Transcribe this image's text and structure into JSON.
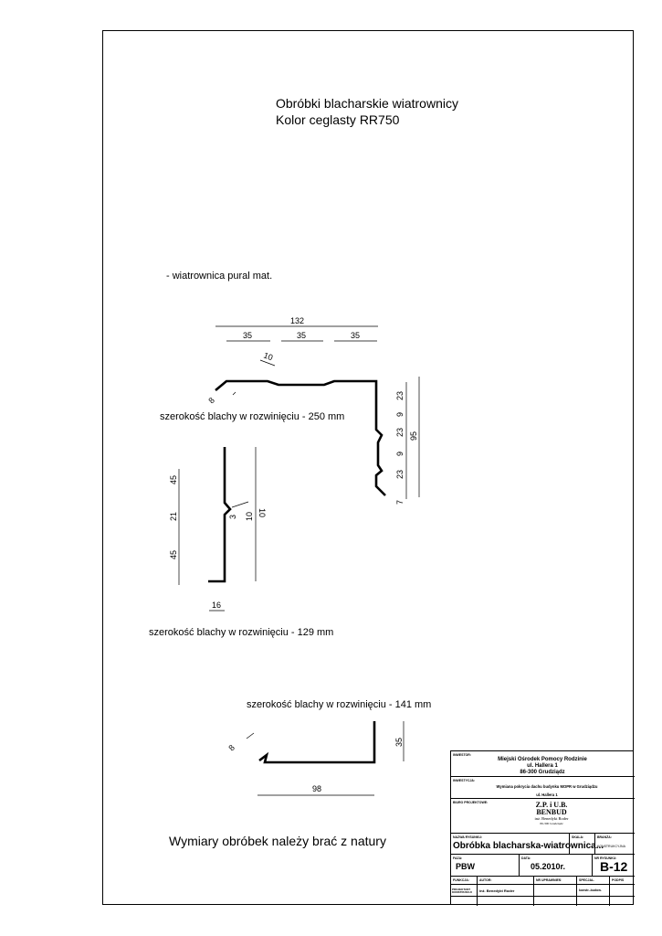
{
  "title": {
    "line1": "Obróbki blacharskie wiatrownicy",
    "line2": "Kolor ceglasty  RR750"
  },
  "note": "- wiatrownica  pural mat.",
  "widths": {
    "profile1": "szerokość blachy w rozwinięciu - 250 mm",
    "profile2": "szerokość blachy w rozwinięciu - 129 mm",
    "profile3": "szerokość blachy w rozwinięciu - 141 mm"
  },
  "dims": {
    "d132": "132",
    "d35a": "35",
    "d35b": "35",
    "d35c": "35",
    "d10": "10",
    "d8a": "8",
    "v23a": "23",
    "v9a": "9",
    "v23b": "23",
    "v9b": "9",
    "v23c": "23",
    "v7": "7",
    "v95": "95",
    "p45a": "45",
    "p21": "21",
    "p45b": "45",
    "p3": "3",
    "p10a": "10",
    "p10b": "10",
    "p16": "16",
    "q8": "8",
    "q35": "35",
    "q98": "98"
  },
  "footer_note": "Wymiary obróbek należy brać z natury",
  "title_block": {
    "investor_label": "INWESTOR:",
    "investor": [
      "Miejski Ośrodek Pomocy Rodzinie",
      "ul. Hallera 1",
      "86-300 Grudziądz"
    ],
    "project_label": "INWESTYCJA:",
    "project": [
      "Wymiana pokrycia dachu budynku MOPR w Grudziądzu",
      "ul. Hallera 1"
    ],
    "office_label": "BIURO PROJEKTOWE:",
    "office": [
      "Z.P. i U.B.",
      "BENBUD",
      "inż. Benedykt Roder",
      "86-300 Grudziądz"
    ],
    "drawing_label": "NAZWA RYSUNKU:",
    "drawing": "Obróbka blacharska-wiatrownica...",
    "scale_label": "SKALA:",
    "branch_label": "BRANŻA:",
    "branch": "KONSTRUKCYJNA",
    "phase_label": "FAZA:",
    "phase": "PBW",
    "date_label": "DATA:",
    "date": "05.2010r.",
    "sheet_label": "NR RYSUNKU:",
    "sheet": "B-12",
    "function_label": "FUNKCJA:",
    "author_label": "AUTOR:",
    "license_label": "NR UPRAWNIEŃ",
    "specialty_label": "SPECJAL.",
    "signature_label": "PODPIS",
    "function": "PROJEKTANT KONSTRUKCJI",
    "author": "inż. Benedykt Roder",
    "specialty": "konstr.-budow."
  }
}
